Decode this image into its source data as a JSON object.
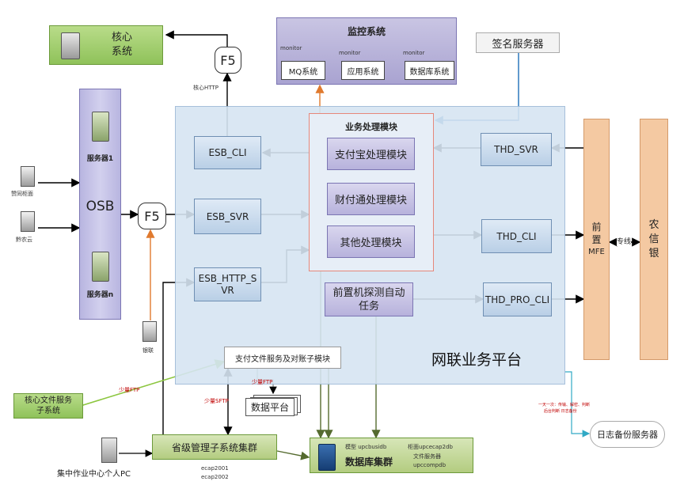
{
  "platform": {
    "label": "网联业务平台"
  },
  "core_system": {
    "line1": "核心",
    "line2": "系统"
  },
  "f5_top": {
    "label": "F5"
  },
  "f5_mid": {
    "label": "F5"
  },
  "core_http": {
    "label": "核心HTTP"
  },
  "monitor": {
    "title": "监控系统",
    "tag": "monitor",
    "mq": "MQ系统",
    "app": "应用系统",
    "db": "数据库系统"
  },
  "sign_server": {
    "label": "签名服务器"
  },
  "osb": {
    "label": "OSB",
    "server1": "服务器1",
    "servern": "服务器n"
  },
  "clients": {
    "a": "赞同柜面",
    "b": "黔农云",
    "c": "银联"
  },
  "esb_cli": {
    "label": "ESB_CLI"
  },
  "esb_svr": {
    "label": "ESB_SVR"
  },
  "esb_http": {
    "line1": "ESB_HTTP_S",
    "line2": "VR"
  },
  "biz": {
    "title": "业务处理模块",
    "alipay": "支付宝处理模块",
    "tenpay": "财付通处理模块",
    "other": "其他处理模块"
  },
  "probe": {
    "line1": "前置机探测自动",
    "line2": "任务"
  },
  "thd_svr": {
    "label": "THD_SVR"
  },
  "thd_cli": {
    "label": "THD_CLI"
  },
  "thd_pro_cli": {
    "label": "THD_PRO_CLI"
  },
  "mfe": {
    "c1": "前",
    "c2": "置",
    "c3": "MFE"
  },
  "line_label": {
    "label": "专线"
  },
  "bank": {
    "c1": "农",
    "c2": "信",
    "c3": "银"
  },
  "payfile": {
    "label": "支付文件服务及对账子模块"
  },
  "data_platform": {
    "label": "数据平台"
  },
  "core_file": {
    "line1": "核心文件服务",
    "line2": "子系统"
  },
  "sftp": {
    "label": "少量SFTP"
  },
  "ftp_a": {
    "label": "少量FTP"
  },
  "ftp_b": {
    "label": "少量FTP"
  },
  "prov": {
    "label": "省级管理子系统集群",
    "ecap1": "ecap2001",
    "ecap2": "ecap2002"
  },
  "center_pc": {
    "label": "集中作业中心个人PC"
  },
  "db_cluster": {
    "title": "数据库集群",
    "l1": "模型 upcbusidb",
    "l2": "柜面upcecap2db",
    "l3": "文件服务器",
    "l4": "upccompdb"
  },
  "backup": {
    "label": "日志备份服务器",
    "note1": "一天一次：传输、解密、判断",
    "note2": "后台判断 日志备份"
  },
  "colors": {
    "accent_orange": "#e07a2e",
    "accent_blue": "#1e6fb8",
    "accent_green": "#8cc63f",
    "olive": "#556b2f"
  }
}
